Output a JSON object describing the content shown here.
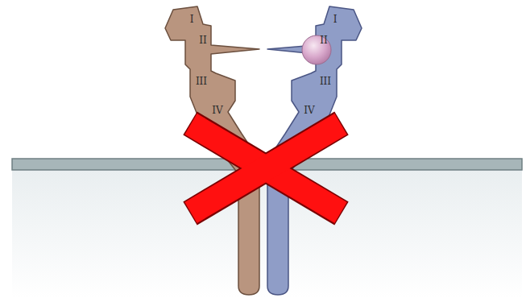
{
  "diagram": {
    "labels": [
      "I",
      "II",
      "II",
      "I",
      "III",
      "III",
      "IV",
      "IV"
    ]
  }
}
